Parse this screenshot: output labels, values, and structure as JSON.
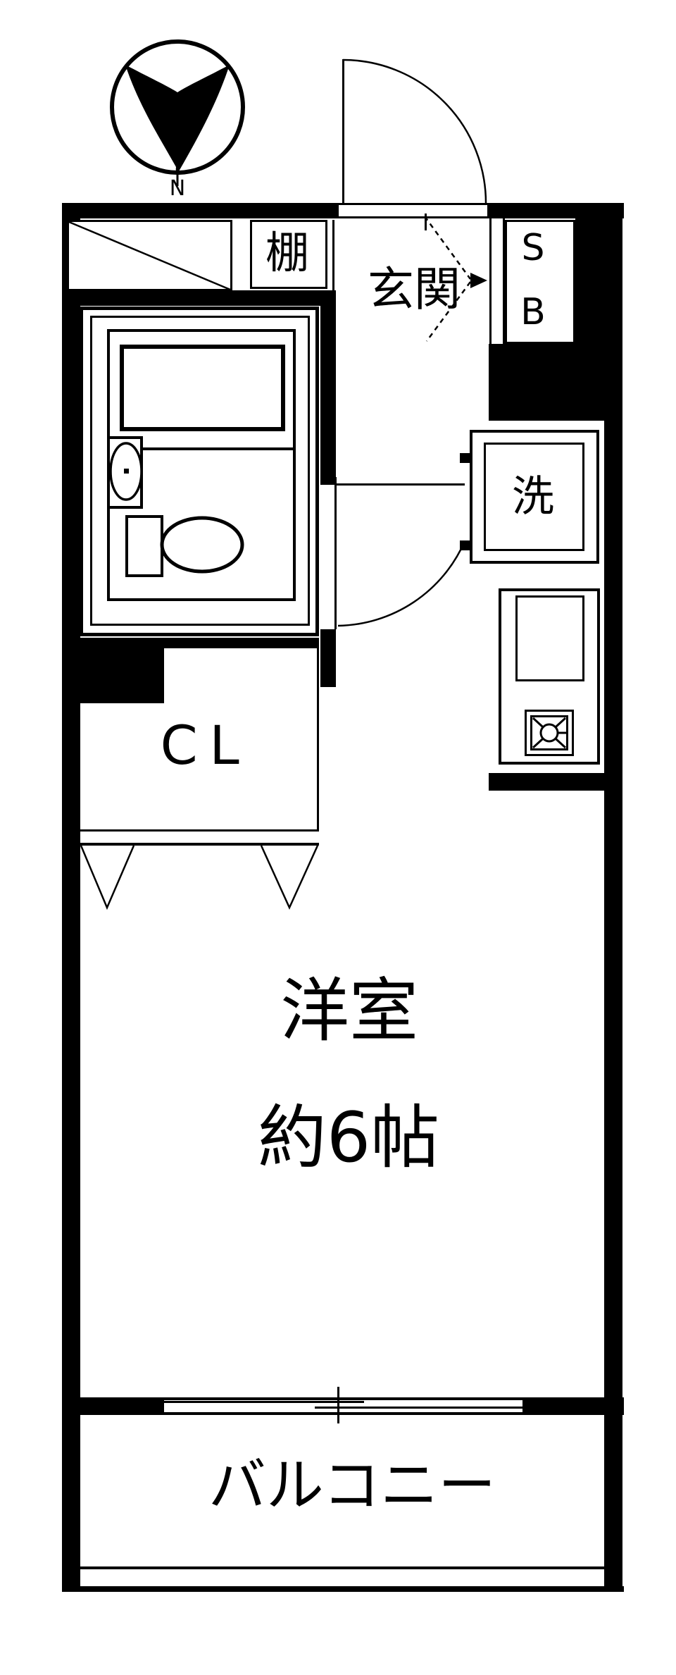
{
  "title": "apartment-floor-plan",
  "compass": {
    "north_label": "N"
  },
  "rooms": {
    "shelf": "棚",
    "entrance": "玄関",
    "shoe_box_line1": "S",
    "shoe_box_line2": "B",
    "washer": "洗",
    "closet": "CL",
    "main_room_name": "洋室",
    "main_room_size": "約6帖",
    "balcony": "バルコニー"
  },
  "colors": {
    "wall": "#000000",
    "background": "#ffffff",
    "ink": "#000000"
  }
}
